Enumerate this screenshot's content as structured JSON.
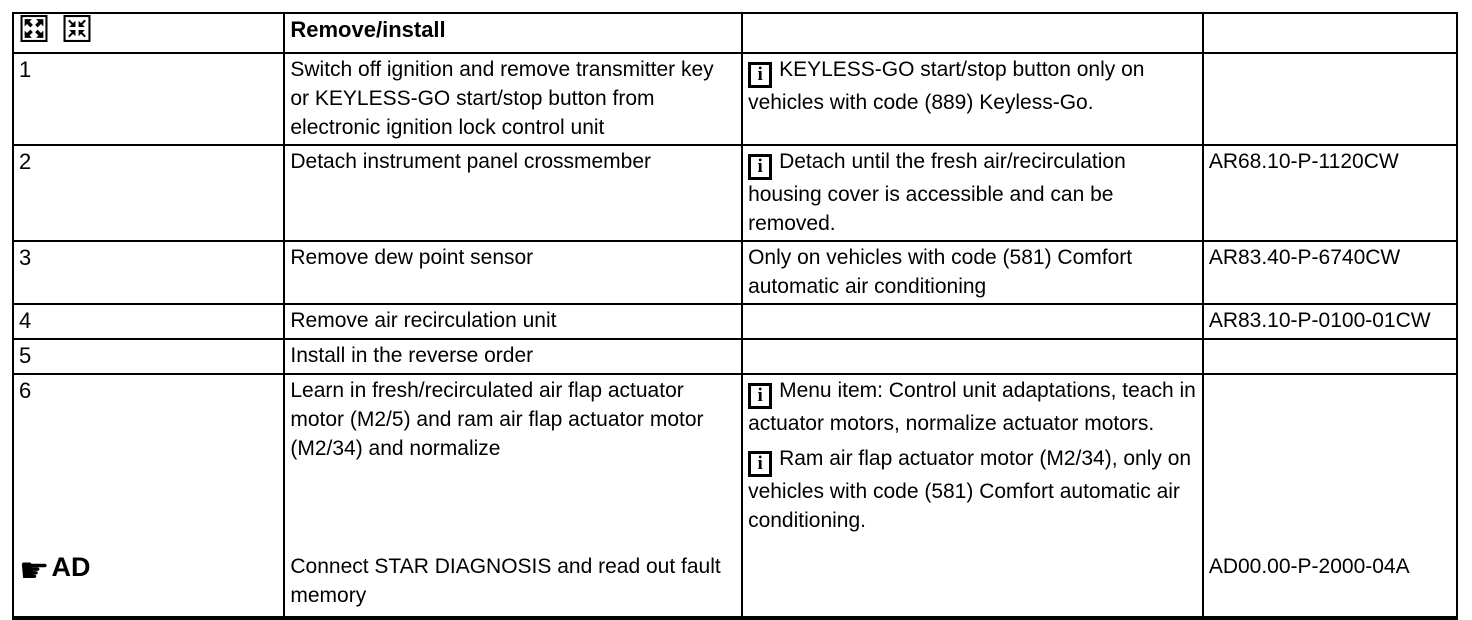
{
  "colors": {
    "background": "#ffffff",
    "border": "#000000",
    "text": "#000000"
  },
  "icons": {
    "expand_name": "expand-all-icon",
    "collapse_name": "collapse-all-icon",
    "info_glyph": "i",
    "hand_glyph": "☛"
  },
  "header": {
    "title": "Remove/install"
  },
  "rows": [
    {
      "step": "1",
      "description": "Switch off ignition and remove transmitter key or KEYLESS-GO start/stop button from electronic ignition lock control unit",
      "notes": [
        {
          "has_icon": true,
          "text": "KEYLESS-GO start/stop button only on vehicles with code (889) Keyless-Go."
        }
      ],
      "code": ""
    },
    {
      "step": "2",
      "description": "Detach instrument panel crossmember",
      "notes": [
        {
          "has_icon": true,
          "text": "Detach until the fresh air/recirculation housing cover is accessible and can be removed."
        }
      ],
      "code": "AR68.10-P-1120CW"
    },
    {
      "step": "3",
      "description": "Remove dew point sensor",
      "notes": [
        {
          "has_icon": false,
          "text": "Only on vehicles with code (581) Comfort automatic air conditioning"
        }
      ],
      "code": "AR83.40-P-6740CW"
    },
    {
      "step": "4",
      "description": "Remove air recirculation unit",
      "notes": [],
      "code": "AR83.10-P-0100-01CW"
    },
    {
      "step": "5",
      "description": "Install in the reverse order",
      "notes": [],
      "code": ""
    },
    {
      "step": "6",
      "description": "Learn in fresh/recirculated air flap actuator motor (M2/5) and ram air flap actuator motor (M2/34) and normalize",
      "notes": [
        {
          "has_icon": true,
          "text": "Menu item: Control unit adaptations, teach in actuator motors, normalize actuator motors."
        },
        {
          "has_icon": true,
          "text": "Ram air flap actuator motor (M2/34), only on vehicles with code (581) Comfort automatic air conditioning."
        }
      ],
      "sub_row": {
        "marker": "AD",
        "description": "Connect STAR DIAGNOSIS and read out fault memory",
        "code": "AD00.00-P-2000-04A"
      }
    }
  ]
}
